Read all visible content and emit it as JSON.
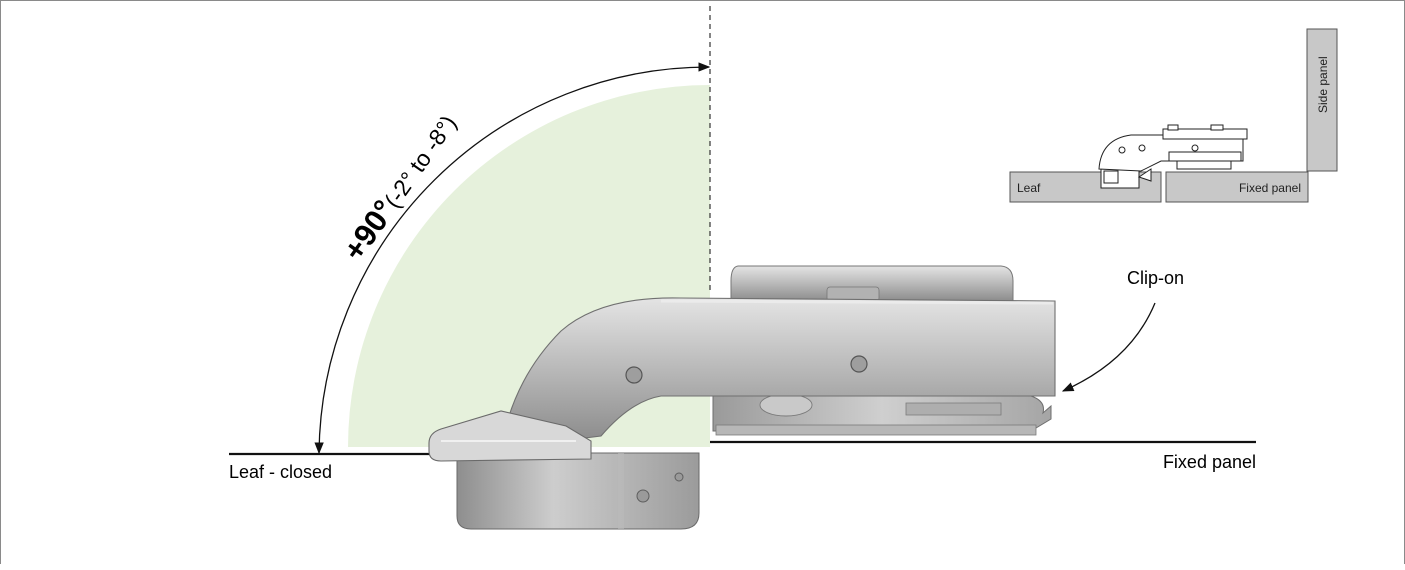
{
  "angle": {
    "main": "+90°",
    "range": "(-2° to -8°)"
  },
  "labels": {
    "leaf_closed": "Leaf - closed",
    "fixed_panel": "Fixed panel",
    "clip_on": "Clip-on"
  },
  "inset": {
    "leaf": "Leaf",
    "fixed_panel": "Fixed panel",
    "side_panel": "Side panel"
  },
  "colors": {
    "sector_fill": "#e6f1dc",
    "panel_fill": "#c8c8c8",
    "metal_light": "#d4d4d4",
    "metal_mid": "#a8a8a8",
    "metal_dark": "#6e6e6e"
  }
}
